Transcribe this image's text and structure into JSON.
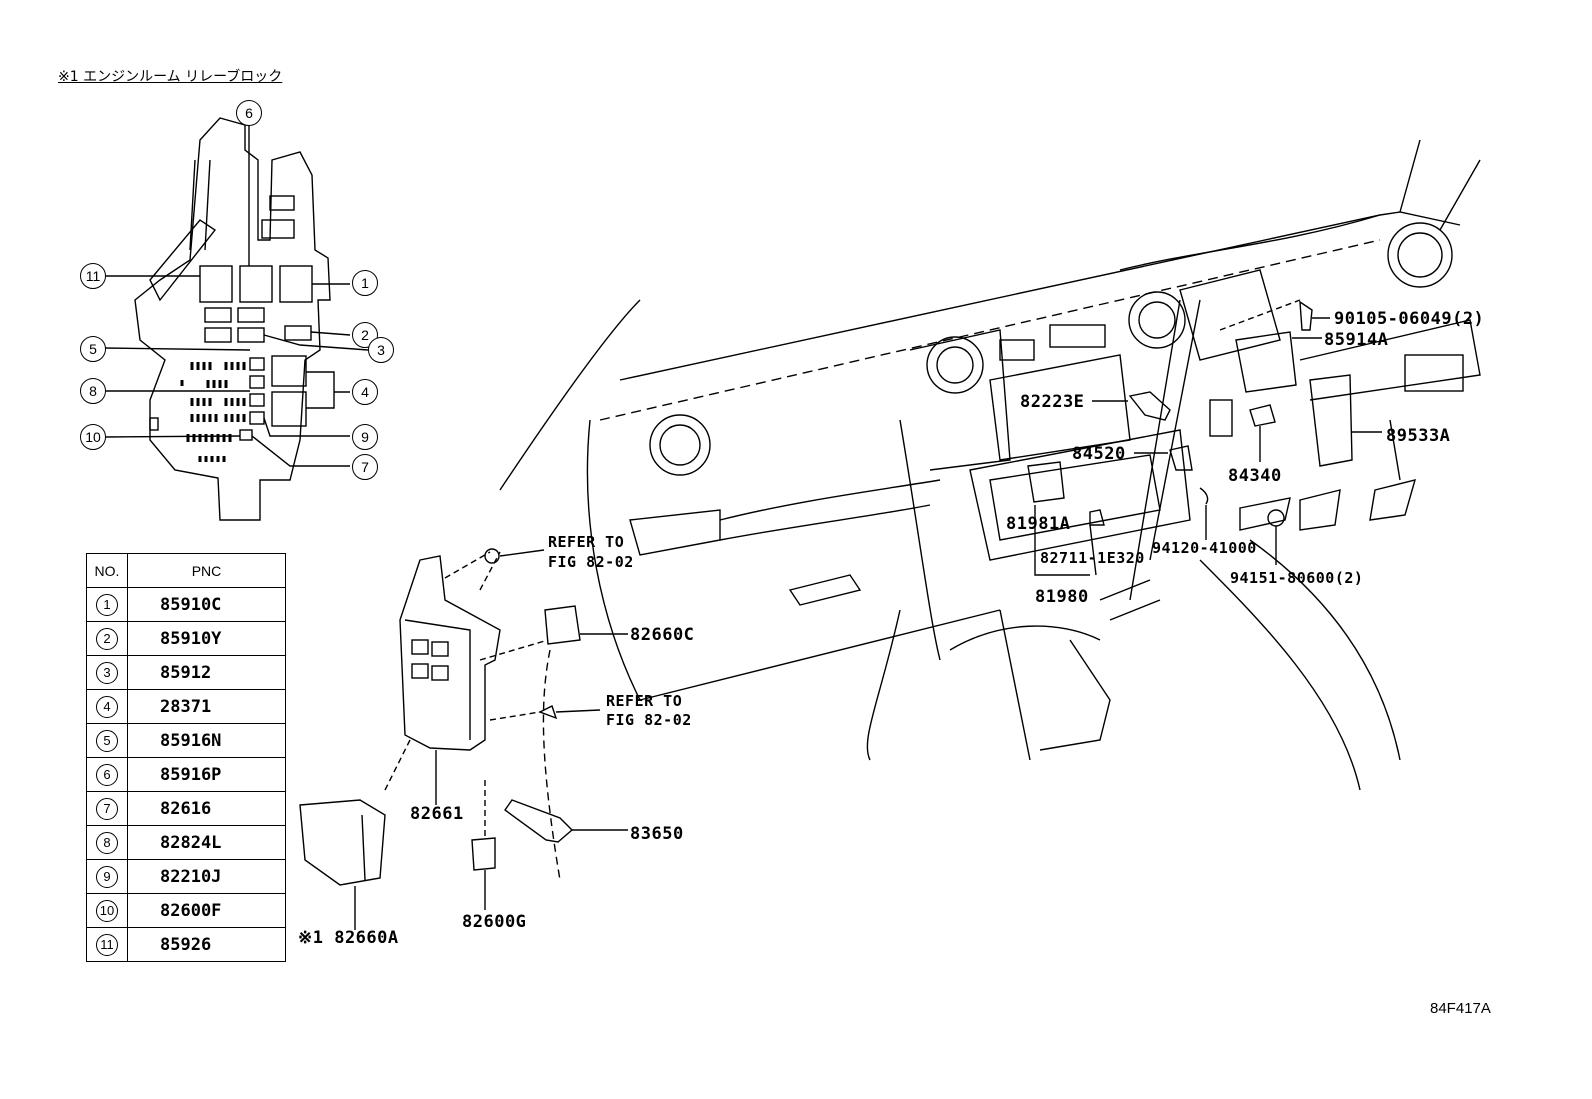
{
  "title": "※1 エンジンルーム リレーブロック",
  "diagram_code": "84F417A",
  "table": {
    "headers": [
      "NO.",
      "PNC"
    ],
    "rows": [
      {
        "no": "1",
        "pnc": "85910C"
      },
      {
        "no": "2",
        "pnc": "85910Y"
      },
      {
        "no": "3",
        "pnc": "85912"
      },
      {
        "no": "4",
        "pnc": "28371"
      },
      {
        "no": "5",
        "pnc": "85916N"
      },
      {
        "no": "6",
        "pnc": "85916P"
      },
      {
        "no": "7",
        "pnc": "82616"
      },
      {
        "no": "8",
        "pnc": "82824L"
      },
      {
        "no": "9",
        "pnc": "82210J"
      },
      {
        "no": "10",
        "pnc": "82600F"
      },
      {
        "no": "11",
        "pnc": "85926"
      }
    ]
  },
  "callouts": {
    "c1": "1",
    "c2": "2",
    "c3": "3",
    "c4": "4",
    "c5": "5",
    "c6": "6",
    "c7": "7",
    "c8": "8",
    "c9": "9",
    "c10": "10",
    "c11": "11"
  },
  "labels": {
    "p90105": "90105-06049(2)",
    "p85914a": "85914A",
    "p82223e": "82223E",
    "p84520": "84520",
    "p89533a": "89533A",
    "p84340": "84340",
    "p81981a": "81981A",
    "p94120": "94120-41000",
    "p82711": "82711-1E320",
    "p94151": "94151-80600(2)",
    "p81980": "81980",
    "refer1a": "REFER TO",
    "refer1b": "FIG 82-02",
    "p82660c": "82660C",
    "refer2a": "REFER TO",
    "refer2b": "FIG 82-02",
    "p82661": "82661",
    "p83650": "83650",
    "p82600g": "82600G",
    "p82660a": "※1 82660A"
  }
}
